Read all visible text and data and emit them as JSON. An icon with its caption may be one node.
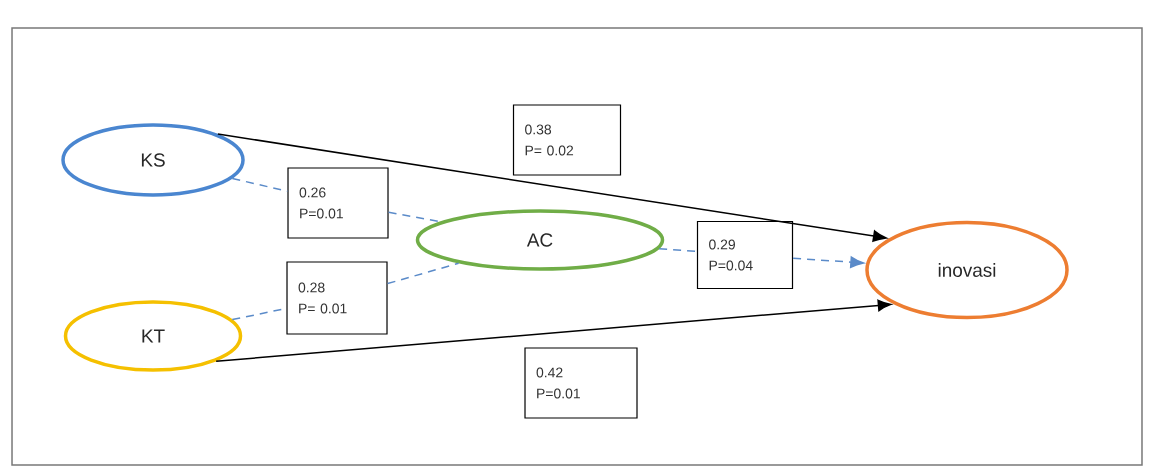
{
  "diagram": {
    "nodes": [
      {
        "text": [
          "KS"
        ]
      },
      {
        "text": [
          "KT"
        ]
      },
      {
        "text": [
          "AC"
        ]
      },
      {
        "text": [
          "inovasi"
        ]
      },
      {
        "text": [
          "0.26",
          "P=0.01"
        ]
      },
      {
        "text": [
          "0.28",
          "P= 0.01"
        ]
      },
      {
        "text": [
          "0.38",
          "P= 0.02"
        ]
      },
      {
        "text": [
          "0.29",
          "P=0.04"
        ]
      },
      {
        "text": [
          "0.42",
          "P=0.01"
        ]
      }
    ],
    "edges": [
      {
        "from": 0,
        "to": 4,
        "arrow": "none",
        "style": "dashed",
        "color": "#5b8bc9"
      },
      {
        "from": 4,
        "to": 2,
        "arrow": "none",
        "style": "dashed",
        "color": "#5b8bc9"
      },
      {
        "from": 1,
        "to": 5,
        "arrow": "none",
        "style": "dashed",
        "color": "#5b8bc9"
      },
      {
        "from": 5,
        "to": 2,
        "arrow": "none",
        "style": "dashed",
        "color": "#5b8bc9"
      },
      {
        "from": 2,
        "to": 7,
        "arrow": "none",
        "style": "dashed",
        "color": "#5b8bc9"
      },
      {
        "from": 7,
        "to": 3,
        "arrow": "to",
        "style": "dashed",
        "color": "#5b8bc9"
      },
      {
        "from": 0,
        "to": 3,
        "arrow": "to",
        "color": "#000000"
      },
      {
        "from": 1,
        "to": 3,
        "arrow": "to",
        "color": "#000000"
      }
    ]
  }
}
